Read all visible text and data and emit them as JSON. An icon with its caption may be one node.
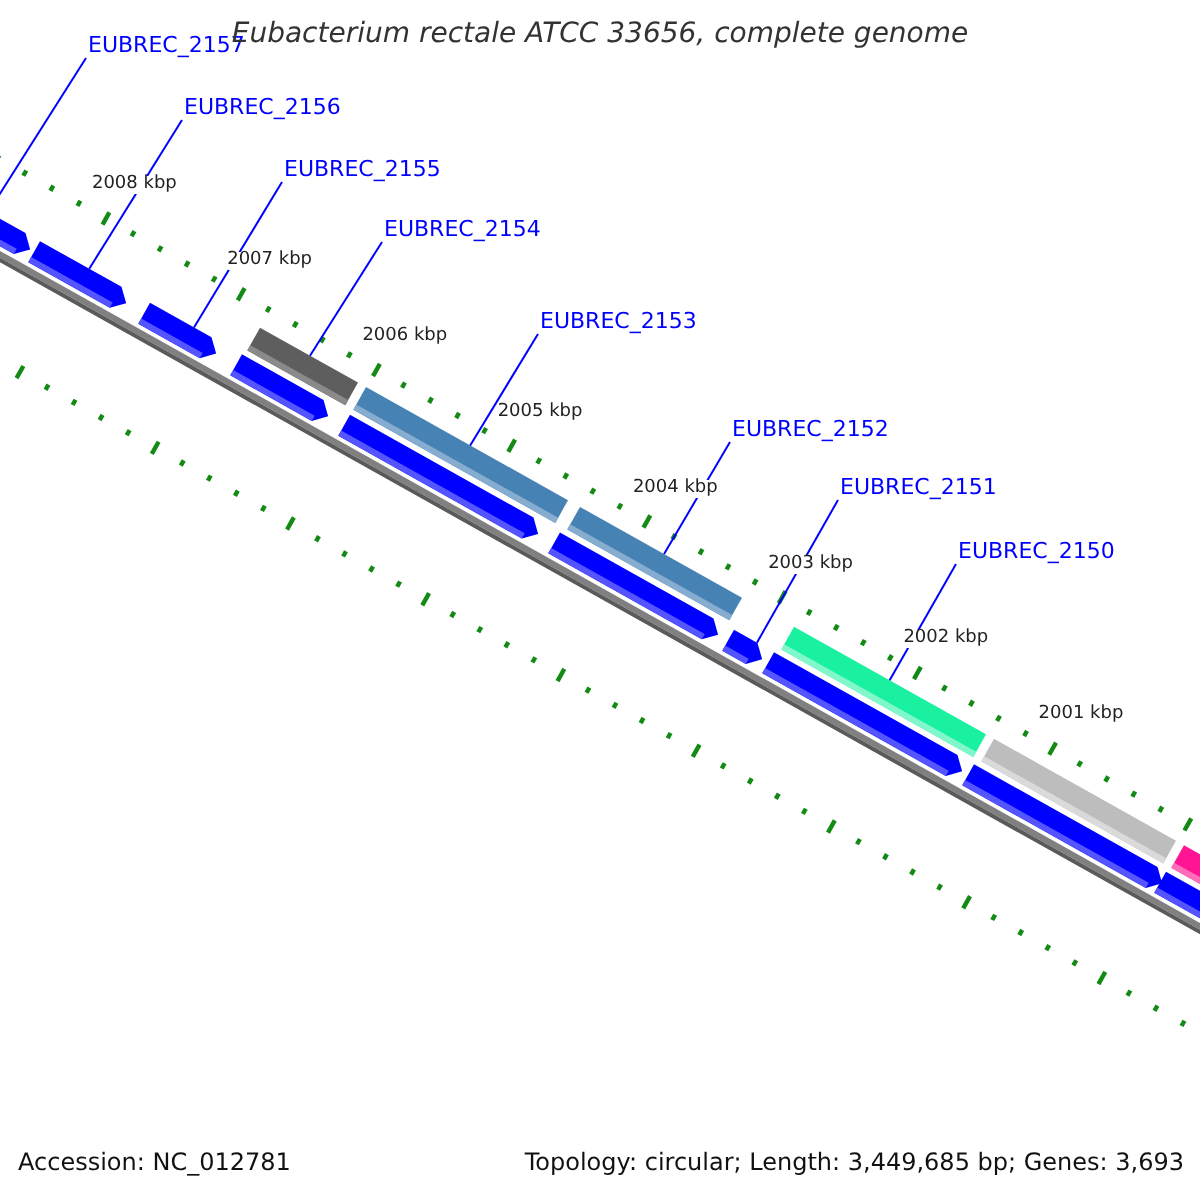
{
  "diagram": {
    "title": "Eubacterium rectale ATCC 33656, complete genome",
    "nodes": [
      {
        "text": [
          "EUBREC_2157"
        ]
      },
      {
        "text": [
          "EUBREC_2156"
        ]
      },
      {
        "text": [
          "EUBREC_2155"
        ]
      },
      {
        "text": [
          "EUBREC_2154"
        ]
      },
      {
        "text": [
          "EUBREC_2153"
        ]
      },
      {
        "text": [
          "EUBREC_2152"
        ]
      },
      {
        "text": [
          "EUBREC_2151"
        ]
      },
      {
        "text": [
          "EUBREC_2150"
        ]
      },
      {
        "text": [],
        "shape": "arrow"
      },
      {
        "text": [],
        "shape": "arrow"
      },
      {
        "text": [],
        "shape": "arrow"
      },
      {
        "text": [],
        "shape": "arrow"
      },
      {
        "text": [],
        "shape": "bar"
      },
      {
        "text": [],
        "shape": "arrow"
      },
      {
        "text": [],
        "shape": "bar"
      },
      {
        "text": [],
        "shape": "arrow"
      },
      {
        "text": [],
        "shape": "bar"
      },
      {
        "text": [],
        "shape": "arrow"
      },
      {
        "text": [],
        "shape": "arrow"
      },
      {
        "text": [],
        "shape": "bar"
      },
      {
        "text": [],
        "shape": "arrow"
      },
      {
        "text": [],
        "shape": "bar"
      },
      {
        "text": [],
        "shape": "arrow"
      },
      {
        "text": [],
        "shape": "bar"
      }
    ],
    "edges": [
      {
        "from": 0,
        "to": 8,
        "arrow": "none"
      },
      {
        "from": 1,
        "to": 9,
        "arrow": "none"
      },
      {
        "from": 2,
        "to": 10,
        "arrow": "none"
      },
      {
        "from": 3,
        "to": 12,
        "arrow": "none"
      },
      {
        "from": 4,
        "to": 14,
        "arrow": "none"
      },
      {
        "from": 5,
        "to": 16,
        "arrow": "none"
      },
      {
        "from": 6,
        "to": 17,
        "arrow": "none"
      },
      {
        "from": 7,
        "to": 19,
        "arrow": "none"
      }
    ],
    "labels": [
      "2008 kbp",
      "2007 kbp",
      "2006 kbp",
      "2005 kbp",
      "2004 kbp",
      "2003 kbp",
      "2002 kbp",
      "2001 kbp",
      "Accession: NC_012781",
      "Topology: circular; Length: 3,449,685 bp; Genes: 3,693"
    ]
  }
}
